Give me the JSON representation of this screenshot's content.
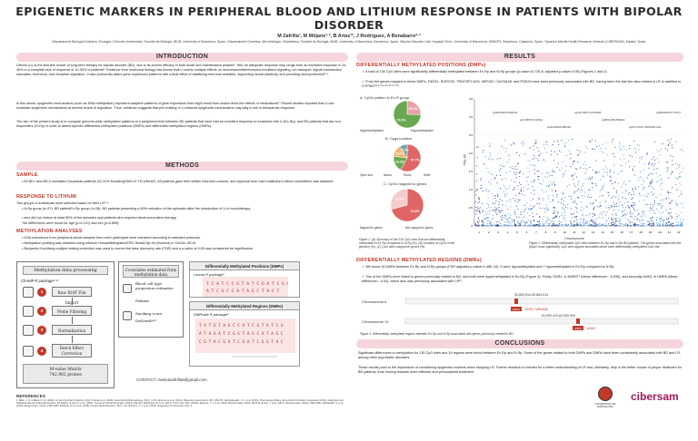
{
  "poster": {
    "title": "EPIGENETIC MARKERS IN PERIPHERAL BLOOD AND LITHIUM RESPONSE IN PATIENTS WITH BIPOLAR DISORDER",
    "authors": "M Zafrilla¹, M Mitjans¹·², B Arias¹², J Rodríguez, A Benabarre²·³",
    "affiliations": "¹Departament Biologia Evolutiva, Ecologia i Ciències Ambientals, Facultat de Biologia, IBUB, University of Barcelona, Spain; ²Departament Genètica, Microbiologia i Estadística, Facultat de Biologia, IBUB, University of Barcelona, Barcelona, Spain; ³Bipolar Disorder Unit, Hospital Clínic, University of Barcelona, IDIBAPS, Barcelona, Catalonia, Spain; ⁴Spanish Mental Health Research Network (CIBERSAM), Madrid, Spain."
  },
  "intro": {
    "header": "INTRODUCTION",
    "p1": "Lithium (Li) is the first-line choice of long-term therapy for bipolar disorder (BD), due to its proven efficacy in both acute and maintenance phases¹. Still, an adequate response may range from an excellent response in 24-45% to a complete lack of response in 10-30% of patients². Evidence from molecular biology has shown that Li exerts multiple effects on neurotransmitter/receptor-mediated signaling, ion transport, signal transduction cascades, hormonal, and circadian regulation. It also profoundly alters gene expression patterns with a final effect of stabilizing neuronal activities, supporting neural plasticity, and providing neuroprotection³·⁴.",
    "p2": "In this sense, epigenetic mechanisms (such as DNA methylation) represent adaptive patterns of gene expression that might result from and/or drive the effects of medications⁵. Recent studies reported that Li can modulate epigenetic mechanisms at several levels of regulation. Thus, evidence suggests that pre-existing or Li-induced epigenetic mechanisms may play a role in therapeutic response.",
    "p3": "The aim of the present study is to compare genome-wide methylation patterns at a peripheral level between BD patients that have had an excellent response to treatment with Li (Ex-Rp), and BD patients that are non-responders (N-Rp) in order to detect specific differential methylated positions (DMPs) and differential methylation regions (DMRs)."
  },
  "methods": {
    "header": "METHODS",
    "sample_title": "SAMPLE",
    "sample_text": "63 BD-I and BD-II unrelated Caucasian patients (42.31% females)(DMS-IV-TR criteria⁶). All patients gave their written informed consent, and approval from each institution's ethics committees was obtained.",
    "response_title": "RESPONSE TO LITHIUM",
    "response_text": "Two groups of individuals were selected based on their LR⁷·⁸:",
    "response_b1": "N-Rp group (n=37): BD patientEx-Rp group (n=26): BD patients presenting a 50% reduction of the episodes after the introduction of Li in monotherapy.",
    "response_b2": "who did not reduce at least 50% of the episodes and patients who required electroconvulsive therapy.",
    "response_note": "*No differences were found for age (p=0.121) and sex (p=0.888).",
    "meth_title": "METHYLATION ANALYSES",
    "meth_b1": "DNA extractions from peripheral-blood samples from each participant were extracted according to standard protocols.",
    "meth_b2": "Methylation profiling was obtained using Infinium HumanMethylationEPIC BeadChip Kit (Illumina) in CeGen-ISCIII.",
    "meth_b3": "Benjamini-Hochberg multiple-testing correction was used to correct the false discovery rate (FDR) and a p-value of 0.05 was considered for significance."
  },
  "pipeline": {
    "box_title": "Methylation data processing",
    "package": "ChAMP R package⁹·¹⁰",
    "steps": [
      {
        "num": "1",
        "label": "Raw IDAT File Import"
      },
      {
        "num": "2",
        "label": "Probe Filtering"
      },
      {
        "num": "3",
        "label": "Normalization"
      },
      {
        "num": "4",
        "label": "Batch Effect Correction"
      }
    ],
    "matrix_label": "M-value Matrix",
    "matrix_count": "742,902 probes",
    "cov_title": "Covariates estimated from methylation data",
    "cov_items": [
      "Blood cell type proportion estimates.",
      "Smoking score."
    ],
    "cov_pkgs": [
      "Refbase",
      "EpiSmokEr¹¹"
    ],
    "dmp_title": "Differentially Methylated Positions (DMPs)",
    "dmp_pkg": "Limma R package¹",
    "dmr_title": "Differentially Methylated Regions (DMRs)",
    "dmr_pkg": "DMRcate R package²"
  },
  "contact": "CONTACT: marinazafrilla9@gmail.com",
  "references": {
    "title": "REFERENCES",
    "text": "1. Miller, J. N. & Black, D. W. (2020). Current Psychiatry Reports, 22(2), 6. ■ Hui et al. (2018). Neuropsychopharmacology, 43(1), 71-81. ■ Severus et al. (2014). Molecular interventions, 6(5), 266-276. ■ Rybakowski, J. K. et al. (2013). Pharmacopsychiatry. ■ American Psychiatric Association (2013). Diagnostic and Statistical Manual of Mental Disorders, 5th Edition. ■ Grof, P. et al. (2002). Journal of Clinical Psychiatry, 63(10), 942-947. ■ Manchia, M. et al. (2013). PLoS One, 8(6), e65636. ■ Morris, T. J. et al. (2014). Bioinformatics, 30(3), 428-430. ■ Tian, Y. et al. (2017). Bioinformatics, 33(24), 3982-3984. ■ Bollepalli, S. et al. (2019). Epigenomics, 11(13), 1469-1486. ■ Ritchie, M. E. et al. (2015). Nucleic Acids Research, 43(7), e47. ■ Peters, T. J. et al. (2015). Epigenetics & Chromatin, 8(1), 6."
  },
  "results": {
    "header": "RESULTS",
    "dmp_title": "DIFFERENTIALLY METHYLATED POSITIONS (DMPs)",
    "dmp_b1": "A total of 130 CpG sites were significantly differentially methylated between Ex-Rp and N-Rp groups (p-value=8.72E-8; adjusted p-value=0.05) (Figures 1 and 2).",
    "dmp_b2": "From the genes mapped to these DMPs, FADS1, SORCS2, TRAF3IP2-AS1, MIR192, CACNA1B, and PDE2A have been previously associated with BD, having been the last two also related to LR in addition to CYP3A7¹²·¹³·¹⁴·¹⁵·¹⁶·¹⁷·¹⁸.",
    "dmr_title": "DIFFERENTIALLY METHYLATED REGIONS (DMRs)",
    "dmr_b1": "We found 16 DMRs between Ex-Rp and N-Rp groups (FDR adjusted p-value<1.48E-10): 9 were hypomethylated and 7 hypermethylated in Ex-Rp compared to N-Rp.",
    "dmr_b2": "Two of the DMRs were linked to genes previously related to BD, and both were hypermethylated in Ex-Rp (Figure 3): Firstly, DDR1, in DMR2¹⁹ (Mean difference= -0.035), and secondly ANK3, in DMR8 (Mean difference= -0.04), which also was previously associated with LR²⁰.",
    "conc_header": "CONCLUSIONS",
    "conc_p1": "Significant differences in methylation for 130 CpG sites and 16 regions were found between Ex-Rp and N-Rp. Some of the genes related to both DMPs and DMRs have been consistently associated with BD and LR, among other psychiatric disorders.",
    "conc_p2": "These results point to the importance of considering epigenetic markers when studying LR. Further research is needed for a better understanding of LR and, ultimately, help in the better choice of proper treatment for BD patients, thus moving towards more effective and personalized treatment."
  },
  "fig1": {
    "title_a": "A. CpGs pattern in Ex-R group",
    "pie_a_labels": [
      "Hypermethylated",
      "Hypomethylated"
    ],
    "pie_a_values": [
      25.4,
      74.6
    ],
    "title_b": "B. Cpgs location",
    "pie_b_legend": [
      "Open sea",
      "Island",
      "Shore",
      "Shelf"
    ],
    "pie_b_values": [
      57.7,
      19.2,
      13.9,
      9.2
    ],
    "title_c": "C. CpGs mapped to genes",
    "pie_c_legend": [
      "Mapped to genes",
      "Not mapped to genes"
    ],
    "pie_c_values": [
      70.8,
      29.2
    ],
    "caption": "Figure 1. (A) Summary of the 130 CpG sites that are differentially methylated in Ex-Rp compared to N-Rp (%). (B) Location of CpGs in the genome (%). (C) CpG sites mapped to genes (%)."
  },
  "fig2": {
    "ylabel": "-log₁₀(p)",
    "yticks": [
      "0",
      "0.5",
      "1.0",
      "1.5",
      "2.0",
      "2.5",
      "3.0",
      "3.5"
    ],
    "xlabel": "Chromosome",
    "xticks": [
      "1",
      "2",
      "3",
      "4",
      "5",
      "6",
      "7",
      "8",
      "9",
      "10",
      "11",
      "12",
      "13",
      "14",
      "15",
      "16",
      "17",
      "18",
      "19",
      "20",
      "21",
      "22"
    ],
    "gene_labels": [
      "cg09103329 SORCS2",
      "cg17183071 FADS1",
      "cg00219906 MIR192",
      "cg21173975 CACNA1B",
      "cg00101054 PDE2A",
      "cg16717003 TRAF3IP2-AS1",
      "cg05016048 CYP3A7"
    ],
    "caption": "Figure 2. Differentially methylated CpG sites between Ex-Rp and N-Rp BD patients. The genes associated with the (top10 most significant) CpG sites appear annotated above each differentially methylated CpG site."
  },
  "fig3": {
    "chr6_label": "Chromosome 6",
    "chr6_coord": "30,853,514-30,854,914",
    "chr6_gene": "DDR1",
    "chr6_names": "DDR1, MIR4640",
    "chr10_label": "Chromosome 10",
    "chr10_coord": "61,900,413-62,000,900",
    "chr10_gene": "ANK3",
    "chr10_names": "ANK3",
    "caption": "Figure 3. Differentially methylated regions between Ex-Rp and N-Rp associated with genes previously related to BD."
  },
  "logos": {
    "ub": "UNIVERSITAT DE BARCELONA",
    "cibersam": "cibersam"
  },
  "colors": {
    "accent": "#c0392b",
    "header_bg": "#f6d6dc",
    "pie_a": [
      "#e8a0a8",
      "#6aa84f"
    ],
    "pie_b": [
      "#e06666",
      "#6aa84f",
      "#f6b26b",
      "#76a5af"
    ],
    "pie_c": [
      "#e06666",
      "#f4cccc"
    ]
  }
}
